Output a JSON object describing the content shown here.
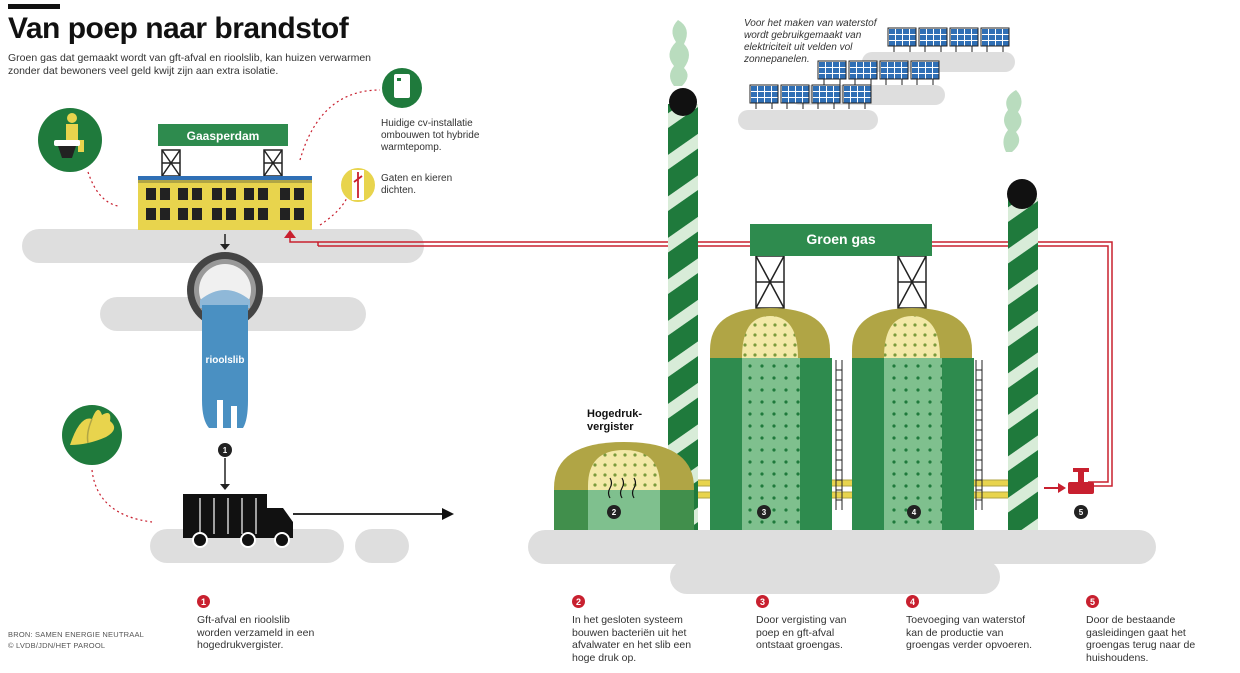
{
  "header": {
    "title": "Van poep naar brandstof",
    "intro": "Groen gas dat gemaakt wordt van gft-afval en rioolslib, kan huizen verwarmen zonder dat bewoners veel geld kwijt zijn aan extra isolatie."
  },
  "labels": {
    "building_sign": "Gaasperdam",
    "pipe": "rioolslib",
    "groen_gas_sign": "Groen gas",
    "digester_title": "Hogedruk-\nvergister"
  },
  "notes": {
    "heatpump": "Huidige cv-installatie ombouwen tot hybride warmtepomp.",
    "gaps": "Gaten en kieren dichten.",
    "hydrogen": "Voor het maken van waterstof wordt gebruikgemaakt van elektriciteit uit velden vol zonnepanelen."
  },
  "steps": [
    {
      "num": "1",
      "text": "Gft-afval en rioolslib worden verzameld in een hogedrukvergister."
    },
    {
      "num": "2",
      "text": "In het gesloten systeem bouwen bacteriën uit het afvalwater en het slib een hoge druk op."
    },
    {
      "num": "3",
      "text": "Door vergisting van poep en gft-afval ontstaat groengas."
    },
    {
      "num": "4",
      "text": "Toevoeging van waterstof kan de productie van groengas verder opvoeren."
    },
    {
      "num": "5",
      "text": "Door de bestaande gasleidingen gaat het groengas terug naar de huishoudens."
    }
  ],
  "source": {
    "line1": "BRON: SAMEN ENERGIE NEUTRAAL",
    "line2": "© LVDB/JDN/HET PAROOL"
  },
  "colors": {
    "green_dark": "#1f7a3c",
    "green_mid": "#2e8b4e",
    "green_light": "#7fc08e",
    "yellow": "#e8d44d",
    "olive": "#b0a545",
    "pipe_blue": "#4a90c2",
    "pipe_red": "#c8202f",
    "cloud_grey": "#dedede",
    "dark": "#222222"
  },
  "icons": [
    "toilet-icon",
    "banana-peel-icon",
    "boiler-icon",
    "caulk-icon",
    "solar-panel-icon",
    "truck-icon",
    "valve-icon"
  ]
}
